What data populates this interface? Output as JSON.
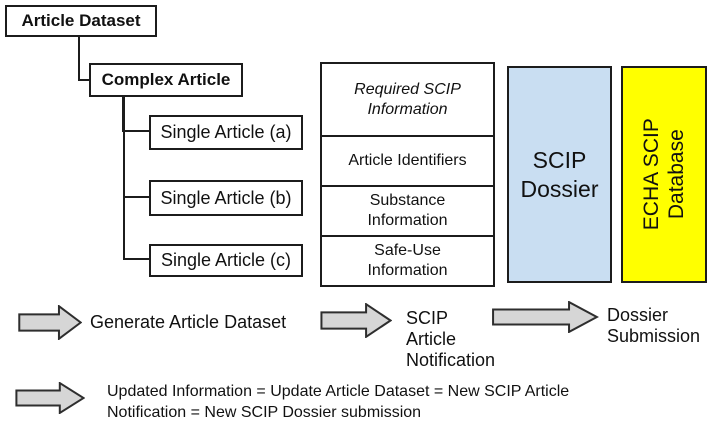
{
  "colors": {
    "box_border": "#1c1c1c",
    "arrow_fill": "#d6d6d6",
    "arrow_stroke": "#2e2e2e",
    "dossier_bg": "#c9def2",
    "database_bg": "#ffff00"
  },
  "tree": {
    "root": "Article Dataset",
    "complex": "Complex Article",
    "singles": [
      "Single Article (a)",
      "Single Article (b)",
      "Single Article (c)"
    ]
  },
  "info_table": {
    "header": "Required SCIP\nInformation",
    "rows": [
      "Article Identifiers",
      "Substance\nInformation",
      "Safe-Use\nInformation"
    ]
  },
  "dossier": {
    "label": "SCIP\nDossier"
  },
  "database": {
    "label": "ECHA SCIP\nDatabase"
  },
  "flow": {
    "step1": "Generate Article Dataset",
    "step2": "SCIP\nArticle\nNotification",
    "step3": "Dossier\nSubmission",
    "update_note": "Updated Information = Update Article Dataset = New SCIP Article\nNotification = New SCIP Dossier submission"
  }
}
